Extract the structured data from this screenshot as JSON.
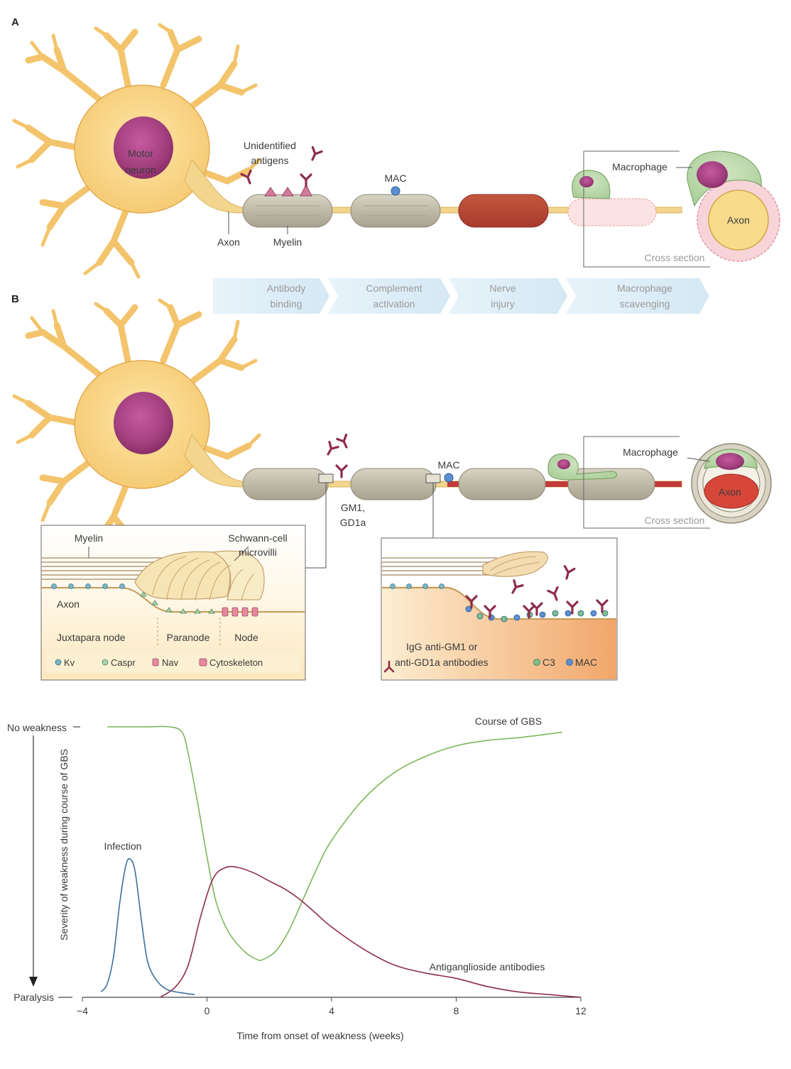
{
  "panel_a": {
    "letter": "A",
    "motor_neuron_line1": "Motor",
    "motor_neuron_line2": "neuron",
    "unidentified_line1": "Unidentified",
    "unidentified_line2": "antigens",
    "mac": "MAC",
    "axon": "Axon",
    "myelin": "Myelin",
    "macrophage": "Macrophage",
    "cross_axon": "Axon",
    "cross_section": "Cross section"
  },
  "stages": [
    {
      "line1": "Antibody",
      "line2": "binding"
    },
    {
      "line1": "Complement",
      "line2": "activation"
    },
    {
      "line1": "Nerve",
      "line2": "injury"
    },
    {
      "line1": "Macrophage",
      "line2": "scavenging"
    }
  ],
  "panel_b": {
    "letter": "B",
    "gm1_line1": "GM1,",
    "gm1_line2": "GD1a",
    "mac": "MAC",
    "macrophage": "Macrophage",
    "cross_axon": "Axon",
    "cross_section": "Cross section"
  },
  "inset_left": {
    "myelin": "Myelin",
    "schwann_line1": "Schwann-cell",
    "schwann_line2": "microvilli",
    "axon": "Axon",
    "juxtaparanode": "Juxtapara node",
    "paranode": "Paranode",
    "node": "Node",
    "legend": [
      "Kv",
      "Caspr",
      "Nav",
      "Cytoskeleton"
    ]
  },
  "inset_right": {
    "legend_line1": "IgG anti-GM1 or",
    "legend_line2": "anti-GD1a antibodies",
    "c3": "C3",
    "mac": "MAC"
  },
  "chart_data": {
    "type": "line",
    "xlabel": "Time from onset of weakness (weeks)",
    "ylabel": "Severity of weakness during course of GBS",
    "y_top_label": "No weakness",
    "y_bottom_label": "Paralysis",
    "xlim": [
      -4,
      12
    ],
    "ylim": [
      0,
      1
    ],
    "x_ticks": [
      -4,
      0,
      4,
      8,
      12
    ],
    "series": [
      {
        "name": "Course of GBS",
        "color": "#7fb55a",
        "x": [
          -3.2,
          -2,
          -1.2,
          -0.8,
          -0.6,
          -0.3,
          0,
          0.3,
          0.7,
          1.2,
          1.6,
          1.8,
          2.2,
          2.6,
          3.0,
          3.5,
          4.0,
          5.0,
          6.0,
          7.0,
          8.0,
          9.0,
          10.0,
          11.4
        ],
        "y": [
          1.0,
          1.0,
          1.0,
          0.98,
          0.9,
          0.72,
          0.52,
          0.35,
          0.24,
          0.17,
          0.14,
          0.14,
          0.17,
          0.24,
          0.34,
          0.47,
          0.58,
          0.73,
          0.83,
          0.89,
          0.93,
          0.95,
          0.96,
          0.98
        ]
      },
      {
        "name": "Antiganglioside antibodies",
        "color": "#8e2c4a",
        "x": [
          -1.5,
          -1.0,
          -0.6,
          -0.2,
          0.2,
          0.6,
          1.0,
          1.5,
          2.0,
          2.5,
          3.0,
          3.5,
          4.0,
          5.0,
          6.0,
          7.0,
          8.0,
          9.0,
          10.0,
          11.0,
          12.0
        ],
        "y": [
          0.0,
          0.04,
          0.12,
          0.3,
          0.44,
          0.48,
          0.48,
          0.46,
          0.43,
          0.4,
          0.36,
          0.31,
          0.26,
          0.18,
          0.12,
          0.09,
          0.07,
          0.04,
          0.02,
          0.01,
          0.0
        ]
      },
      {
        "name": "Infection",
        "color": "#3d6f9a",
        "x": [
          -3.4,
          -3.2,
          -3.0,
          -2.8,
          -2.6,
          -2.45,
          -2.3,
          -2.1,
          -1.9,
          -1.6,
          -1.3,
          -1.0,
          -0.4
        ],
        "y": [
          0.02,
          0.05,
          0.15,
          0.35,
          0.49,
          0.51,
          0.46,
          0.28,
          0.13,
          0.06,
          0.03,
          0.02,
          0.01
        ]
      }
    ]
  }
}
